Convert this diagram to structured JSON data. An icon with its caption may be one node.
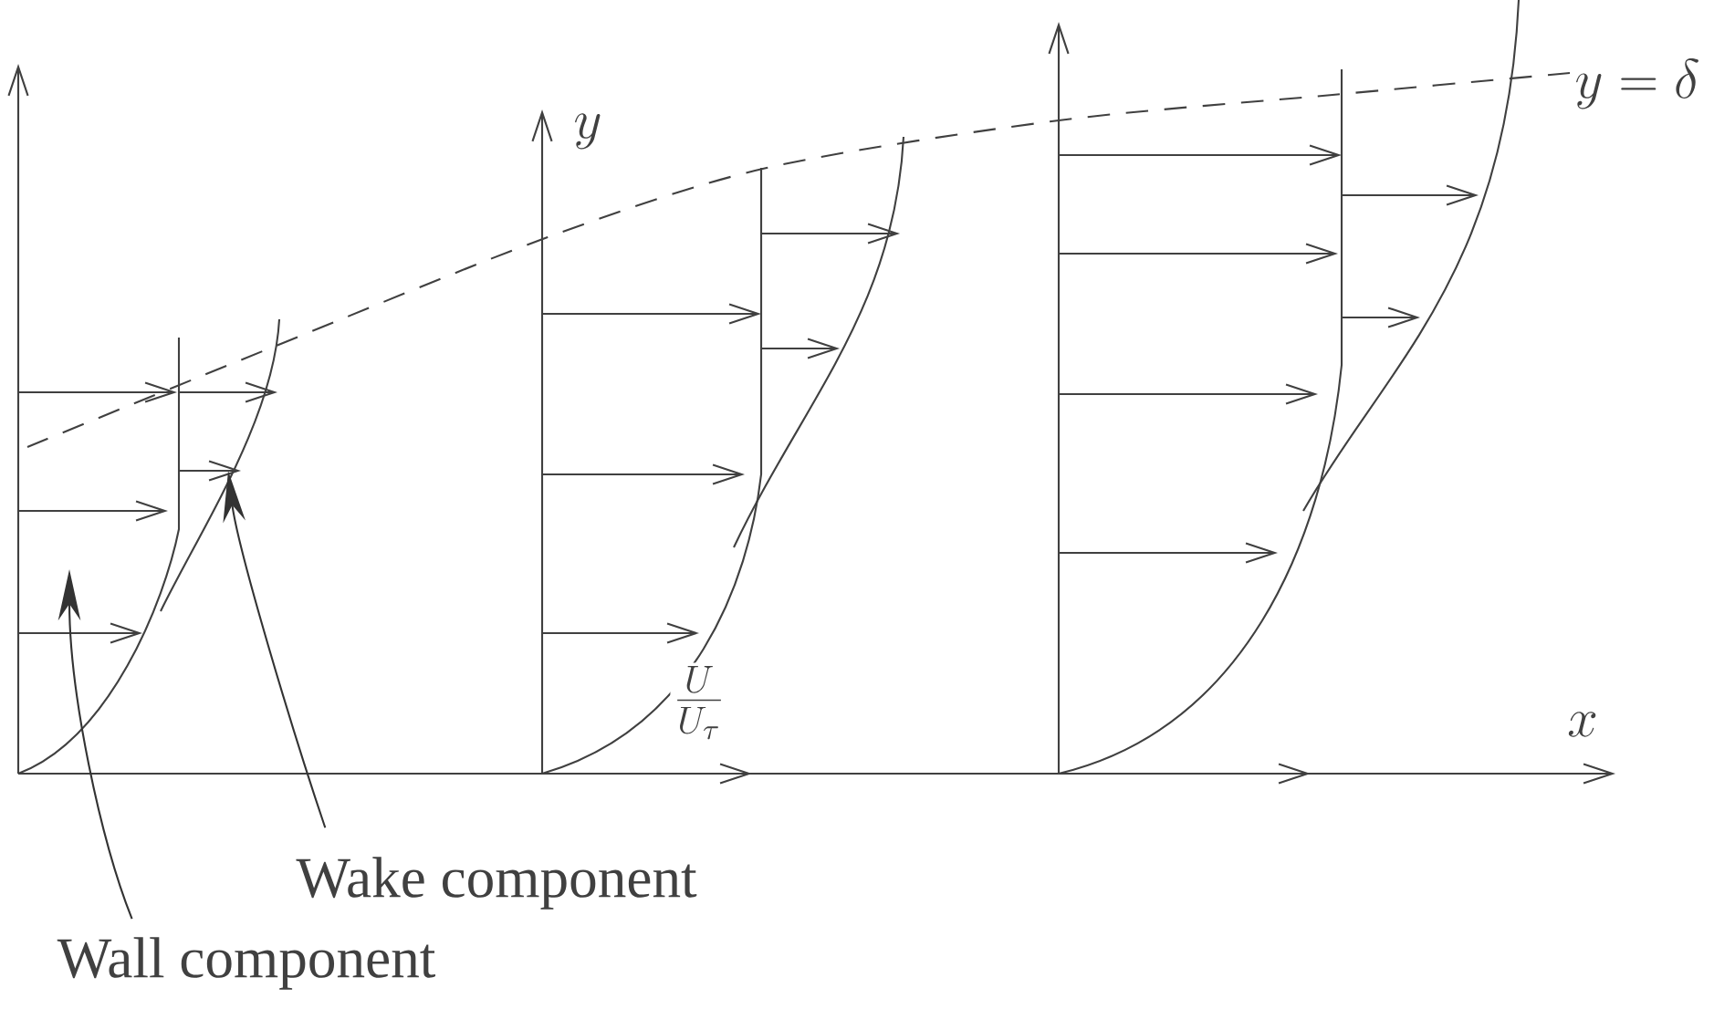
{
  "diagram": {
    "nodes": [
      {
        "text": [
          "Wake component"
        ]
      },
      {
        "text": [
          "Wall component"
        ]
      }
    ],
    "edges": [
      {
        "from": 0,
        "to": null,
        "arrow": "to"
      },
      {
        "from": 1,
        "to": null,
        "arrow": "to"
      }
    ],
    "labels": [
      "y",
      "\\frac{U}{U_\\tau}",
      "x",
      "y = \\delta"
    ]
  }
}
